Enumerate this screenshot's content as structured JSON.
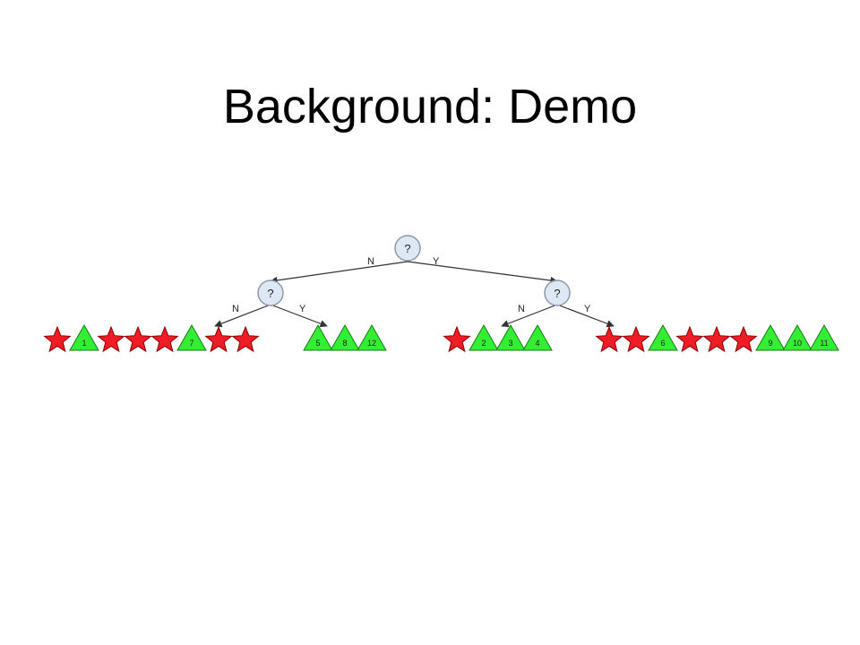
{
  "slide": {
    "title": "Background: Demo"
  },
  "tree": {
    "root": {
      "label": "?"
    },
    "left": {
      "label": "?"
    },
    "right": {
      "label": "?"
    },
    "edges": {
      "root_left": "N",
      "root_right": "Y",
      "left_left": "N",
      "left_right": "Y",
      "right_left": "N",
      "right_right": "Y"
    },
    "leaf_groups": [
      {
        "name": "left-left",
        "items": [
          {
            "shape": "star",
            "label": ""
          },
          {
            "shape": "tri",
            "label": "1"
          },
          {
            "shape": "star",
            "label": ""
          },
          {
            "shape": "star",
            "label": ""
          },
          {
            "shape": "star",
            "label": ""
          },
          {
            "shape": "tri",
            "label": "7"
          },
          {
            "shape": "star",
            "label": ""
          },
          {
            "shape": "star",
            "label": ""
          }
        ]
      },
      {
        "name": "left-right",
        "items": [
          {
            "shape": "tri",
            "label": "5"
          },
          {
            "shape": "tri",
            "label": "8"
          },
          {
            "shape": "tri",
            "label": "12"
          }
        ]
      },
      {
        "name": "right-left",
        "items": [
          {
            "shape": "star",
            "label": ""
          },
          {
            "shape": "tri",
            "label": "2"
          },
          {
            "shape": "tri",
            "label": "3"
          },
          {
            "shape": "tri",
            "label": "4"
          }
        ]
      },
      {
        "name": "right-right",
        "items": [
          {
            "shape": "star",
            "label": ""
          },
          {
            "shape": "star",
            "label": ""
          },
          {
            "shape": "tri",
            "label": "6"
          },
          {
            "shape": "star",
            "label": ""
          },
          {
            "shape": "star",
            "label": ""
          },
          {
            "shape": "star",
            "label": ""
          },
          {
            "shape": "tri",
            "label": "9"
          },
          {
            "shape": "tri",
            "label": "10"
          },
          {
            "shape": "tri",
            "label": "11"
          }
        ]
      }
    ]
  },
  "colors": {
    "star_fill": "#ee1c25",
    "star_stroke": "#8a0000",
    "tri_fill": "#33ee33",
    "tri_stroke": "#1a7a1a",
    "node_fill": "#dde8f4",
    "node_stroke": "#8a98a8",
    "edge": "#333333"
  }
}
